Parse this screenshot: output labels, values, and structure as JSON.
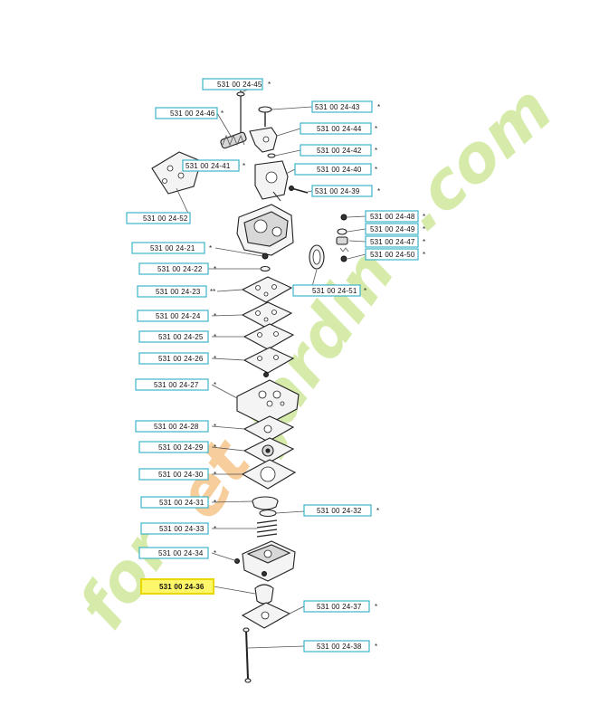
{
  "labels": [
    {
      "id": "45",
      "text": "531 00 24-45",
      "star": "*"
    },
    {
      "id": "46",
      "text": "531 00 24-46",
      "star": "*"
    },
    {
      "id": "43",
      "text": "531 00 24-43",
      "star": "*"
    },
    {
      "id": "44",
      "text": "531 00 24-44",
      "star": "*"
    },
    {
      "id": "42",
      "text": "531 00 24-42",
      "star": "*"
    },
    {
      "id": "41",
      "text": "531 00 24-41",
      "star": "*"
    },
    {
      "id": "40",
      "text": "531 00 24-40",
      "star": "*"
    },
    {
      "id": "39",
      "text": "531 00 24-39",
      "star": "*"
    },
    {
      "id": "52",
      "text": "531 00 24-52",
      "star": ""
    },
    {
      "id": "48",
      "text": "531 00 24-48",
      "star": "*"
    },
    {
      "id": "49",
      "text": "531 00 24-49",
      "star": "*"
    },
    {
      "id": "47",
      "text": "531 00 24-47",
      "star": "*"
    },
    {
      "id": "50",
      "text": "531 00 24-50",
      "star": "*"
    },
    {
      "id": "21",
      "text": "531 00 24-21",
      "star": "*"
    },
    {
      "id": "22",
      "text": "531 00 24-22",
      "star": "*"
    },
    {
      "id": "23",
      "text": "531 00 24-23",
      "star": "**"
    },
    {
      "id": "51",
      "text": "531 00 24-51",
      "star": "*"
    },
    {
      "id": "24",
      "text": "531 00 24-24",
      "star": "*"
    },
    {
      "id": "25",
      "text": "531 00 24-25",
      "star": "*"
    },
    {
      "id": "26",
      "text": "531 00 24-26",
      "star": "*"
    },
    {
      "id": "27",
      "text": "531 00 24-27",
      "star": "*"
    },
    {
      "id": "28",
      "text": "531 00 24-28",
      "star": "*"
    },
    {
      "id": "29",
      "text": "531 00 24-29",
      "star": "*"
    },
    {
      "id": "30",
      "text": "531 00 24-30",
      "star": "*"
    },
    {
      "id": "31",
      "text": "531 00 24-31",
      "star": "*"
    },
    {
      "id": "32",
      "text": "531 00 24-32",
      "star": "*"
    },
    {
      "id": "33",
      "text": "531 00 24-33",
      "star": "*"
    },
    {
      "id": "34",
      "text": "531 00 24-34",
      "star": "*"
    },
    {
      "id": "36",
      "text": "531 00 24-36",
      "star": ""
    },
    {
      "id": "37",
      "text": "531 00 24-37",
      "star": "*"
    },
    {
      "id": "38",
      "text": "531 00 24-38",
      "star": "*"
    }
  ],
  "highlighted_label": "531 00 24-36",
  "colors": {
    "label_border": "#3bb4c8",
    "highlight_fill": "#fff76a",
    "watermark_green": "#cfe89a",
    "watermark_orange": "#f6c58a"
  },
  "watermark": {
    "text_a": "for",
    "text_b": "et",
    "text_c": "jardin",
    "text_d": ".com"
  }
}
